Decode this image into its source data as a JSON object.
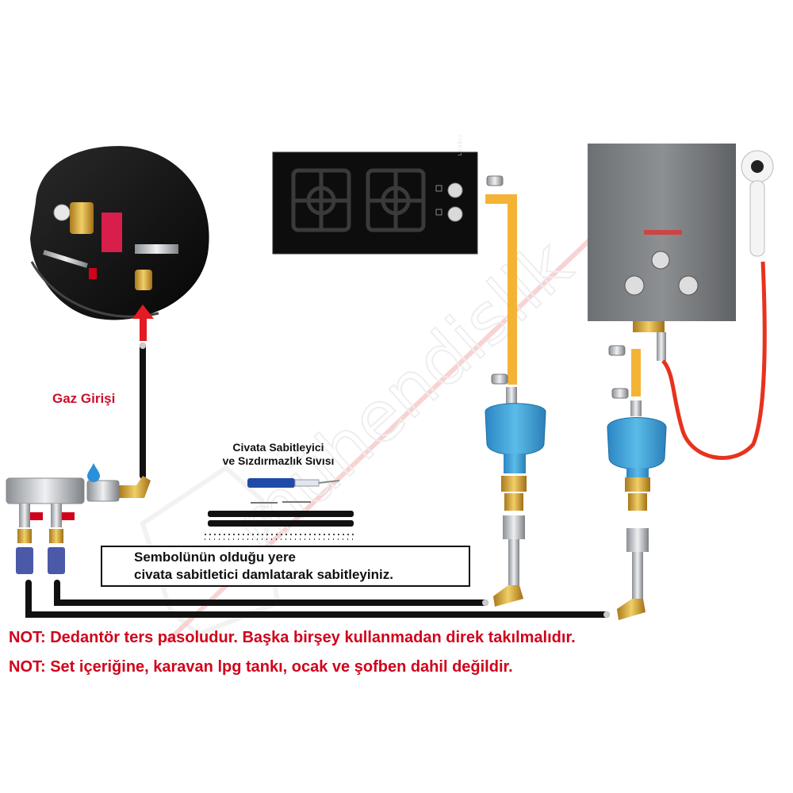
{
  "labels": {
    "gas_inlet": "Gaz Girişi",
    "sealant_title_line1": "Civata Sabitleyici",
    "sealant_title_line2": "ve Sızdırmazlık Sıvısı"
  },
  "instruction_box": {
    "line1": "Sembolünün olduğu yere",
    "line2": "civata sabitletici damlatarak sabitleyiniz."
  },
  "notes": [
    "NOT: Dedantör ters pasoludur. Başka birşey kullanmadan direk takılmalıdır.",
    "NOT: Set içeriğine, karavan lpg tankı, ocak ve şofben dahil değildir."
  ],
  "watermark": {
    "text": "mühendislik"
  },
  "hob": {
    "brand": "LUXELL"
  },
  "colors": {
    "accent_red": "#d0021b",
    "hose_black": "#111111",
    "gas_pipe_orange": "#f5b335",
    "regulator_blue": "#3aa0d8",
    "shower_hose_red": "#e8321e",
    "heater_grey": "#7a7d80"
  }
}
